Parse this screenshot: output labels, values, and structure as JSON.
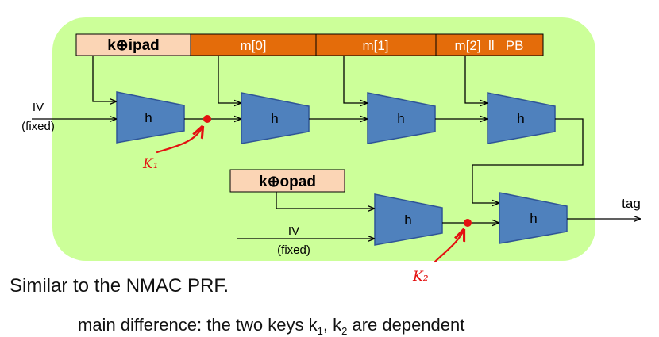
{
  "diagram": {
    "title": "",
    "top_row": {
      "key_label": "k⊕ipad",
      "blocks": [
        "m[0]",
        "m[1]",
        "m[2]  ll   PB"
      ]
    },
    "inner_iv": {
      "line1": "IV",
      "line2": "(fixed)"
    },
    "outer_key_label": "k⊕opad",
    "outer_iv": {
      "line1": "IV",
      "line2": "(fixed)"
    },
    "compression_label": "h",
    "output_label": "tag",
    "handwritten": {
      "k1": "K₁",
      "k2": "K₂"
    }
  },
  "caption": {
    "line1": "Similar to the NMAC PRF.",
    "line2_prefix": "main difference:  the two keys k",
    "sub1": "1",
    "line2_mid": ", k",
    "sub2": "2",
    "line2_suffix": " are dependent"
  },
  "colors": {
    "panel": "#ccff99",
    "key_box": "#fbd5b5",
    "msg_box": "#e46c0a",
    "h_fill": "#4f81bd",
    "h_stroke": "#2f5597",
    "annotation": "#e41010"
  }
}
